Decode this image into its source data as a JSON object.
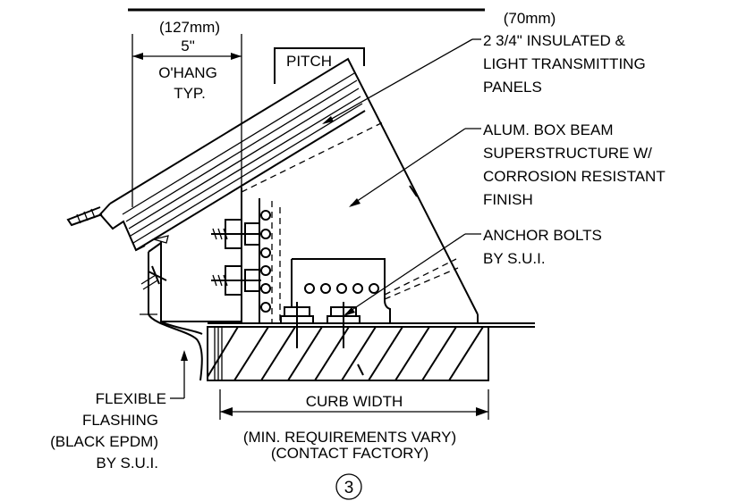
{
  "labels": {
    "overhang_metric": "(127mm)",
    "overhang_inches": "5\"",
    "overhang_line1": "O'HANG",
    "overhang_line2": "TYP.",
    "pitch": "PITCH",
    "panel_metric": "(70mm)",
    "panel_line1": "2 3/4\" INSULATED &",
    "panel_line2": "LIGHT TRANSMITTING",
    "panel_line3": "PANELS",
    "beam_line1": "ALUM. BOX BEAM",
    "beam_line2": "SUPERSTRUCTURE W/",
    "beam_line3": "CORROSION RESISTANT",
    "beam_line4": "FINISH",
    "anchor_line1": "ANCHOR BOLTS",
    "anchor_line2": "BY S.U.I.",
    "flashing_line1": "FLEXIBLE",
    "flashing_line2": "FLASHING",
    "flashing_line3": "(BLACK EPDM)",
    "flashing_line4": "BY S.U.I.",
    "curb_width": "CURB WIDTH",
    "note_line1": "(MIN. REQUIREMENTS VARY)",
    "note_line2": "(CONTACT FACTORY)",
    "detail_number": "3"
  }
}
